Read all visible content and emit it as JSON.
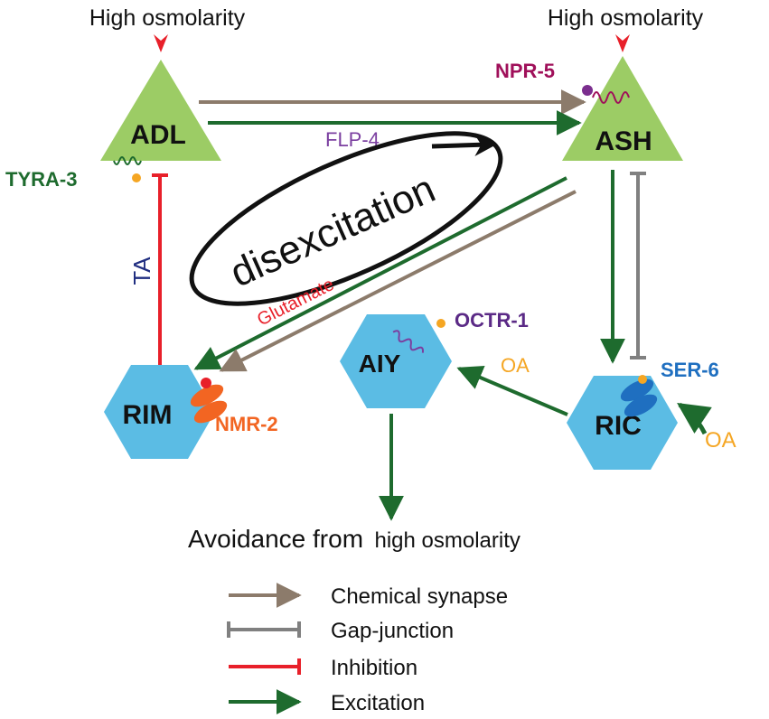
{
  "stimulus": {
    "left": "High osmolarity",
    "right": "High osmolarity"
  },
  "neurons": {
    "adl": "ADL",
    "ash": "ASH",
    "rim": "RIM",
    "aiy": "AIY",
    "ric": "RIC"
  },
  "receptors": {
    "npr5": "NPR-5",
    "tyra3": "TYRA-3",
    "nmr2": "NMR-2",
    "octr1": "OCTR-1",
    "ser6": "SER-6"
  },
  "signals": {
    "flp4": "FLP-4",
    "ta": "TA",
    "glutamate": "Glutamate",
    "oa_aiy": "OA",
    "oa_self": "OA"
  },
  "loop_label": "disexcitation",
  "output": {
    "main": "Avoidance from",
    "tail": "high osmolarity"
  },
  "legend": [
    {
      "label": "Chemical synapse",
      "kind": "arrow",
      "color": "#8c7b6b"
    },
    {
      "label": "Gap-junction",
      "kind": "bar",
      "color": "#808080"
    },
    {
      "label": "Inhibition",
      "kind": "bar",
      "color": "#e8202a"
    },
    {
      "label": "Excitation",
      "kind": "arrow",
      "color": "#1e6b2e"
    }
  ],
  "colors": {
    "sensory": "#9ccc65",
    "inter": "#5bbce4",
    "chemical": "#8c7b6b",
    "gap": "#808080",
    "inhibition": "#e8202a",
    "excitation": "#1e6b2e",
    "stimulus": "#e8202a",
    "npr5": "#a0105a",
    "tyra3": "#1e6b2e",
    "nmr2": "#f26522",
    "octr1": "#5b2a86",
    "ser6": "#1f6fc0",
    "flp4": "#7b3fa0",
    "ta": "#1f2d80",
    "glutamate": "#e8202a",
    "oa": "#f5a623"
  }
}
